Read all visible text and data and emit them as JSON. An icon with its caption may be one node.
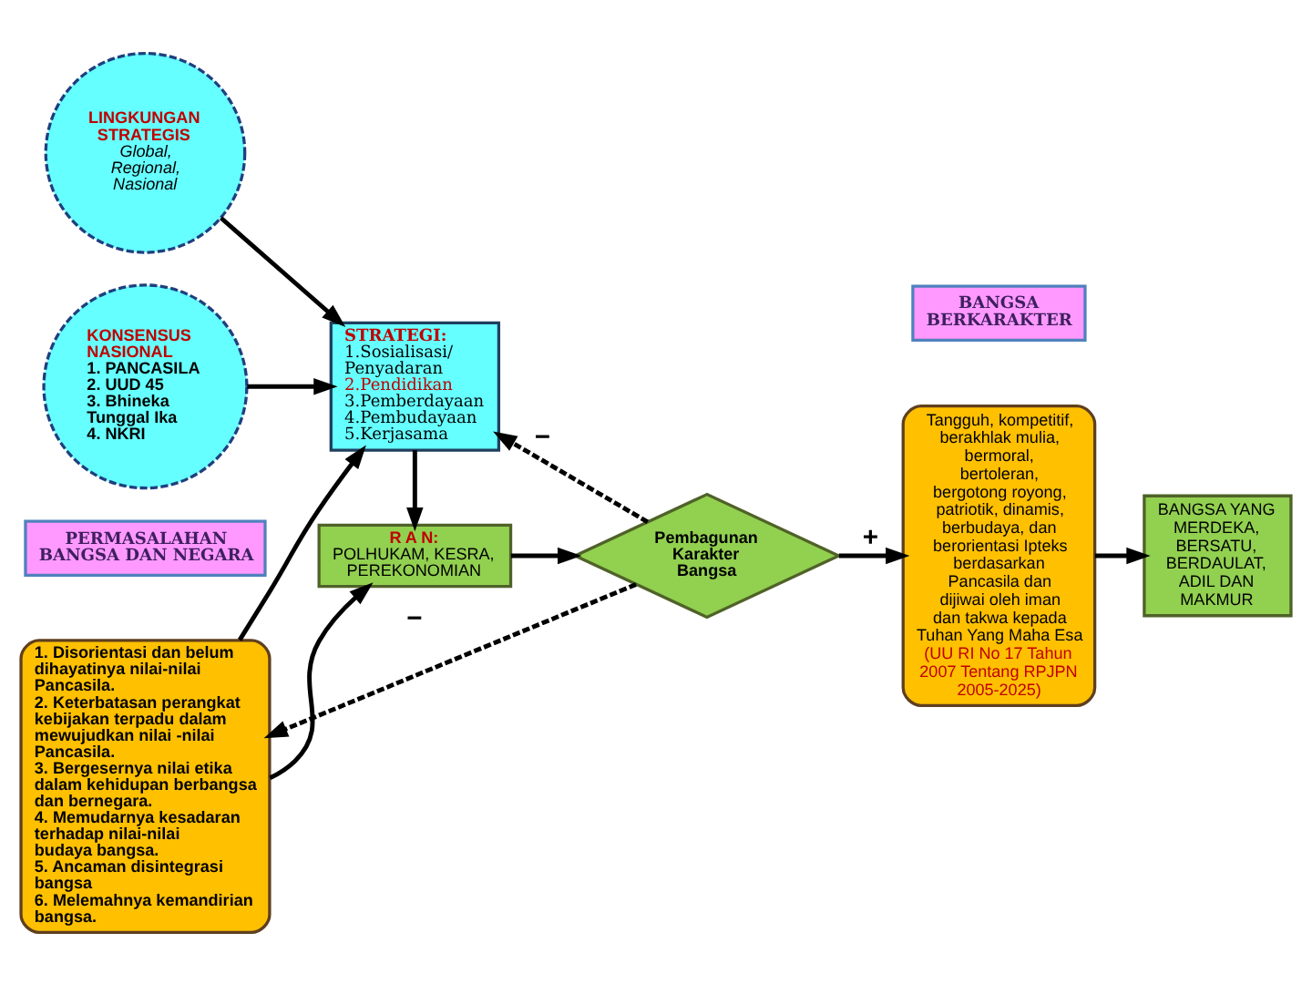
{
  "diagram": {
    "nodes": [
      {
        "text": [
          "PERMASALAHAN BANGSA DAN NEGARA"
        ]
      },
      {
        "text": [
          "1. Disorientasi dan belum dihayatinya nilai-nilai Pancasila.",
          "2. Keterbatasan perangkat kebijakan terpadu dalam mewujudkan nilai -nilai Pancasila.",
          "3. Bergesernya nilai etika dalam kehidupan berbangsa dan bernegara.",
          "4. Memudarnya kesadaran terhadap nilai-nilai budaya bangsa.",
          "5. Ancaman disintegrasi bangsa",
          "6. Melemahnya kemandirian bangsa."
        ]
      },
      {
        "text": [
          "BANGSA BERKARAKTER"
        ]
      },
      {
        "text": [
          "R A N:",
          "POLHUKAM, KESRA, PEREKONOMIAN"
        ]
      },
      {
        "text": [
          "Pembagunan Karakter Bangsa"
        ]
      },
      {
        "text": [
          "Tangguh, kompetitif, berakhlak mulia, bermoral, bertoleran, bergotong royong, patriotik, dinamis, berbudaya, dan berorientasi Ipteks berdasarkan Pancasila dan dijiwai oleh iman dan takwa kepada Tuhan Yang Maha Esa",
          "(UU RI No 17 Tahun 2007 Tentang RPJPN 2005-2025)"
        ]
      },
      {
        "text": [
          "BANGSA YANG MERDEKA, BERSATU, BERDAULAT, ADIL DAN MAKMUR"
        ]
      },
      {
        "text": [
          "STRATEGI:",
          "1.Sosialisasi/ Penyadaran",
          "2.Pendidikan",
          "3.Pemberdayaan",
          "4.Pembudayaan",
          "5.Kerjasama"
        ]
      },
      {
        "text": [
          "LINGKUNGAN STRATEGIS",
          "Global, Regional, Nasional"
        ]
      },
      {
        "text": [
          "KONSENSUS NASIONAL",
          "1. PANCASILA",
          "2. UUD 45",
          "3. Bhineka Tunggal Ika",
          "4. NKRI"
        ]
      }
    ],
    "edges": [
      {
        "from": 1,
        "to": 3,
        "arrow": "to"
      },
      {
        "from": 1,
        "to": 7,
        "arrow": "to"
      },
      {
        "from": 8,
        "to": 7,
        "arrow": "to"
      },
      {
        "from": 9,
        "to": 7,
        "arrow": "to"
      },
      {
        "from": 7,
        "to": 3,
        "arrow": "to"
      },
      {
        "from": 3,
        "to": 4,
        "arrow": "to"
      },
      {
        "from": 4,
        "to": 5,
        "arrow": "to",
        "label": "+"
      },
      {
        "from": 5,
        "to": 6,
        "arrow": "to"
      },
      {
        "from": 4,
        "to": 1,
        "arrow": "to",
        "label": "−",
        "style": "dashed"
      },
      {
        "from": 4,
        "to": 7,
        "arrow": "to",
        "label": "−",
        "style": "dashed"
      }
    ]
  }
}
